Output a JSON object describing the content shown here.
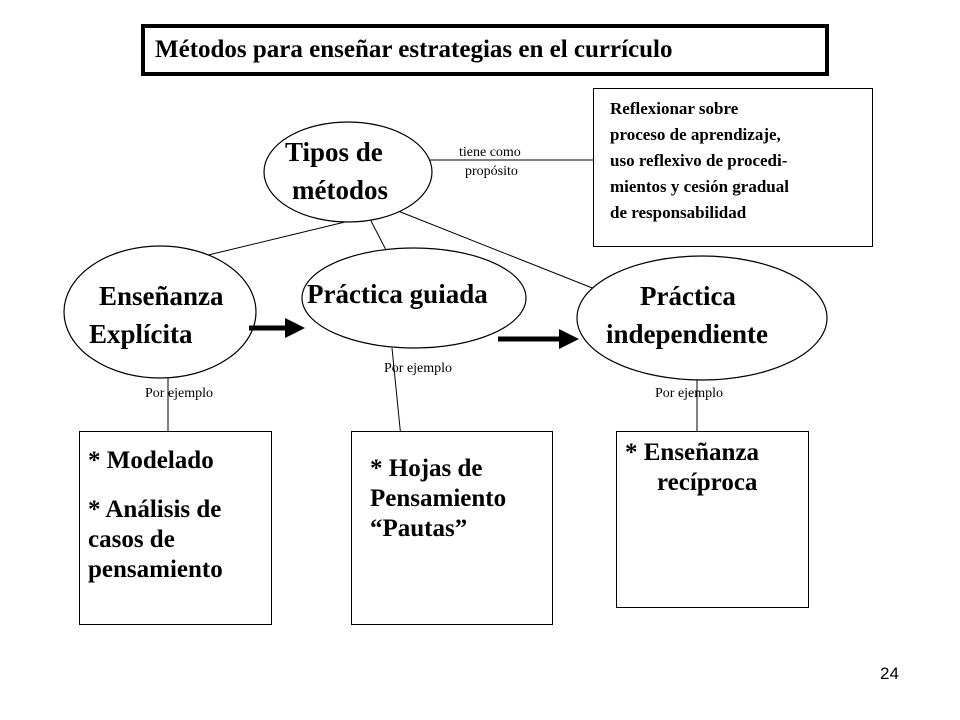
{
  "title": "Métodos para enseñar estrategias en el currículo",
  "root": {
    "line1": "Tipos de",
    "line2": "métodos"
  },
  "relation": {
    "line1": "tiene como",
    "line2": "propósito"
  },
  "purpose": {
    "lines": [
      "Reflexionar sobre",
      "proceso de aprendizaje,",
      "uso reflexivo de procedi-",
      "mientos y cesión gradual",
      "de responsabilidad"
    ]
  },
  "methods": [
    {
      "line1": "Enseñanza",
      "line2": "Explícita"
    },
    {
      "line1": "Práctica guiada"
    },
    {
      "line1": "Práctica",
      "line2": "independiente"
    }
  ],
  "example_label": "Por ejemplo",
  "examples": [
    {
      "lines": [
        "* Modelado",
        "* Análisis de",
        "casos de",
        "pensamiento"
      ]
    },
    {
      "lines": [
        "* Hojas de",
        "Pensamiento",
        "“Pautas”"
      ]
    },
    {
      "lines": [
        "* Enseñanza",
        "recíproca"
      ]
    }
  ],
  "page_number": "24"
}
